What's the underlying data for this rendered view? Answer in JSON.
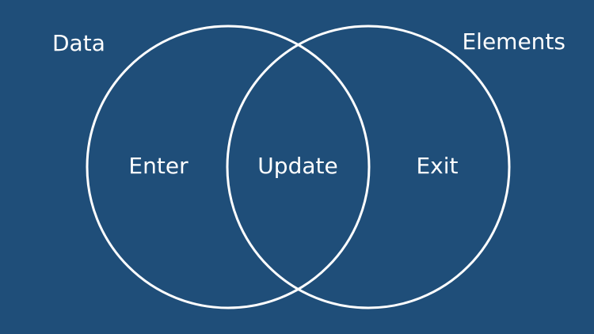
{
  "diagram": {
    "sets": {
      "left_label": "Data",
      "right_label": "Elements"
    },
    "regions": {
      "left_only": "Enter",
      "intersection": "Update",
      "right_only": "Exit"
    }
  },
  "colors": {
    "background": "#1f4e79",
    "stroke": "#ffffff",
    "text": "#ffffff"
  }
}
